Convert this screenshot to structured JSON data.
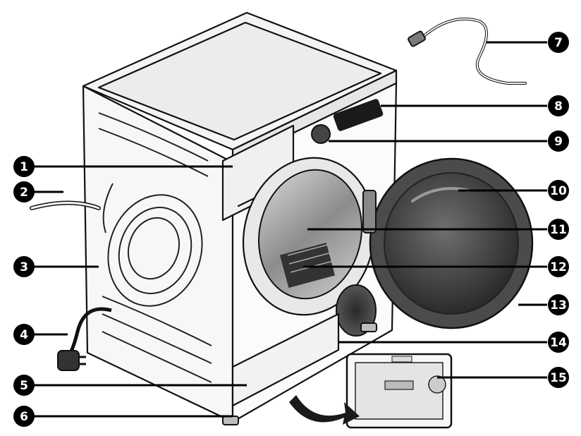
{
  "callouts": [
    {
      "id": "1",
      "label": "1"
    },
    {
      "id": "2",
      "label": "2"
    },
    {
      "id": "3",
      "label": "3"
    },
    {
      "id": "4",
      "label": "4"
    },
    {
      "id": "5",
      "label": "5"
    },
    {
      "id": "6",
      "label": "6"
    },
    {
      "id": "7",
      "label": "7"
    },
    {
      "id": "8",
      "label": "8"
    },
    {
      "id": "9",
      "label": "9"
    },
    {
      "id": "10",
      "label": "10"
    },
    {
      "id": "11",
      "label": "11"
    },
    {
      "id": "12",
      "label": "12"
    },
    {
      "id": "13",
      "label": "13"
    },
    {
      "id": "14",
      "label": "14"
    },
    {
      "id": "15",
      "label": "15"
    }
  ],
  "colors": {
    "outline": "#111111",
    "badge": "#000000",
    "door_glass": "#3a3a3a",
    "drum": "#9a9a9a",
    "arrow": "#1a1a1a"
  }
}
